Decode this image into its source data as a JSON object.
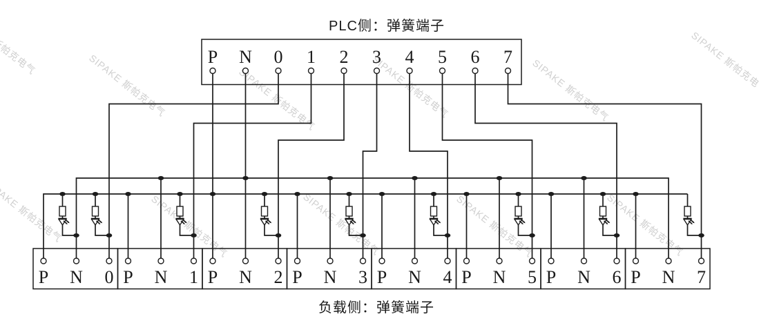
{
  "diagram": {
    "title_top": "PLC侧：弹簧端子",
    "title_bottom": "负载侧：弹簧端子",
    "watermark_text": "SIPAKE 斯帕克电气",
    "plc_side": {
      "terminals": [
        "P",
        "N",
        "0",
        "1",
        "2",
        "3",
        "4",
        "5",
        "6",
        "7"
      ]
    },
    "load_side": {
      "blocks": [
        {
          "terminals": [
            "P",
            "N",
            "0"
          ]
        },
        {
          "terminals": [
            "P",
            "N",
            "1"
          ]
        },
        {
          "terminals": [
            "P",
            "N",
            "2"
          ]
        },
        {
          "terminals": [
            "P",
            "N",
            "3"
          ]
        },
        {
          "terminals": [
            "P",
            "N",
            "4"
          ]
        },
        {
          "terminals": [
            "P",
            "N",
            "5"
          ]
        },
        {
          "terminals": [
            "P",
            "N",
            "6"
          ]
        },
        {
          "terminals": [
            "P",
            "N",
            "7"
          ]
        }
      ]
    },
    "wiring": {
      "p_bus": "PLC P terminal bused to P terminal of all 8 load blocks",
      "n_bus": "PLC N terminal bused to N terminal of all 8 load blocks",
      "channels": [
        "0→0",
        "1→1",
        "2→2",
        "3→3",
        "4→4",
        "5→5",
        "6→6",
        "7→7"
      ],
      "indicators": "9 resistor+LED branches from P bus: one to the N line (power) and one to each channel line 0-7"
    },
    "colors": {
      "line": "#1c1c1c",
      "label": "#1a1a1a",
      "watermark": "#d0d0d0",
      "background": "#ffffff"
    }
  }
}
